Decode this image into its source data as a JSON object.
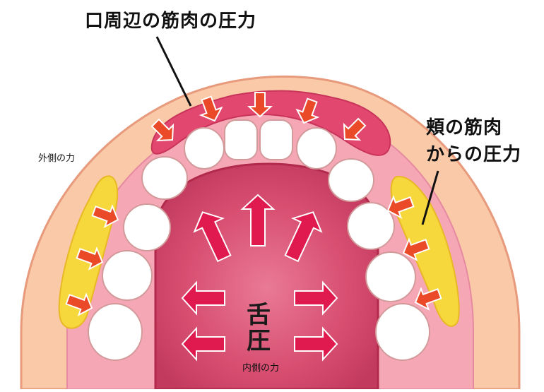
{
  "labels": {
    "lip_pressure": "口周辺の筋肉の圧力",
    "cheek_line1": "頬の筋肉",
    "cheek_line2": "からの圧力",
    "outer_force": "外側の力",
    "inner_force": "内側の力",
    "tongue_char1": "舌",
    "tongue_char2": "圧"
  },
  "colors": {
    "skin_outer": "#f9c9a8",
    "skin_outline": "#e79a7c",
    "gum_pink": "#f6a7b6",
    "lip_muscle": "#e2486f",
    "cheek_muscle": "#f6d83c",
    "arrow_orange": "#ea4a27",
    "arrow_pink": "#e0194f",
    "tongue": "#d9496d",
    "tongue_dark": "#b12a4c",
    "tooth": "#ffffff"
  }
}
